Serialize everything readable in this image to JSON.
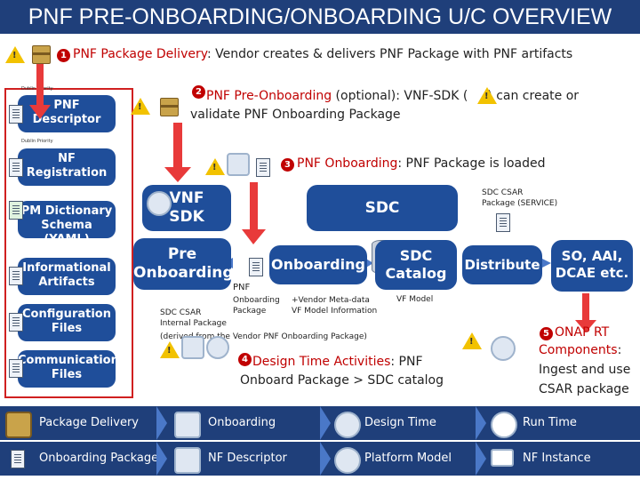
{
  "title": "PNF PRE-ONBOARDING/ONBOARDING U/C OVERVIEW",
  "steps": {
    "s1": {
      "num": "1",
      "term": "PNF Package Delivery",
      "rest": ": Vendor creates & delivers PNF Package with PNF artifacts"
    },
    "s2": {
      "num": "2",
      "term": "PNF Pre-Onboarding",
      "line1": " (optional): VNF-SDK (",
      "line1b": ") can create or",
      "line2": "validate PNF Onboarding Package"
    },
    "s3": {
      "num": "3",
      "term": "PNF Onboarding",
      "rest": ": PNF Package is loaded"
    },
    "s4": {
      "num": "4",
      "term": "Design Time Activities",
      "line1": ": PNF",
      "line2": "Onboard Package > SDC catalog"
    },
    "s5": {
      "num": "5",
      "term1": "ONAP RT",
      "term2": "Components",
      "line2": ": ",
      "line3": "Ingest and use",
      "line4": "CSAR package"
    }
  },
  "left_items": [
    {
      "label": "PNF\nDescriptor",
      "red_caption": "Dublin Priority"
    },
    {
      "label": "NF\nRegistration",
      "red_caption": "Dublin Priority"
    },
    {
      "label": "PM Dictionary\nSchema (YAML)",
      "red_caption": ""
    },
    {
      "label": "Informational\nArtifacts",
      "red_caption": ""
    },
    {
      "label": "Configuration\nFiles",
      "red_caption": ""
    },
    {
      "label": "Communication\nFiles",
      "red_caption": ""
    }
  ],
  "blocks": {
    "vnf_sdk": "VNF\nSDK",
    "sdc": "SDC",
    "sdc_csar_service": "SDC CSAR\nPackage (SERVICE)",
    "pre_onboarding": "Pre\nOnboarding",
    "onboarding": "Onboarding",
    "sdc_catalog": "SDC\nCatalog",
    "distribute": "Distribute",
    "so_aai_dcae": "SO, AAI,\nDCAE etc."
  },
  "annotations": {
    "pnf_label": "PNF",
    "onboarding_pkg": "Onboarding\nPackage",
    "vendor_meta": "+Vendor Meta-data\nVF Model Information",
    "vf_model": "VF Model",
    "sdc_csar_internal": "SDC CSAR\nInternal Package",
    "derived": "(derived from the Vendor PNF Onboarding Package)"
  },
  "legend": [
    {
      "label": "Package Delivery",
      "icon": "package-icon"
    },
    {
      "label": "Onboarding",
      "icon": "onboarding-icon"
    },
    {
      "label": "Design Time",
      "icon": "design-time-icon"
    },
    {
      "label": "Run Time",
      "icon": "run-time-icon"
    },
    {
      "label": "Onboarding Package",
      "icon": "document-icon"
    },
    {
      "label": "NF Descriptor",
      "icon": "descriptor-icon"
    },
    {
      "label": "Platform Model",
      "icon": "platform-model-icon"
    },
    {
      "label": "NF Instance",
      "icon": "nf-instance-icon"
    }
  ],
  "colors": {
    "title_bar": "#1f3f7a",
    "block_blue": "#1f4e9a",
    "accent_red": "#c00000",
    "arrow_red": "#e83a3a"
  }
}
